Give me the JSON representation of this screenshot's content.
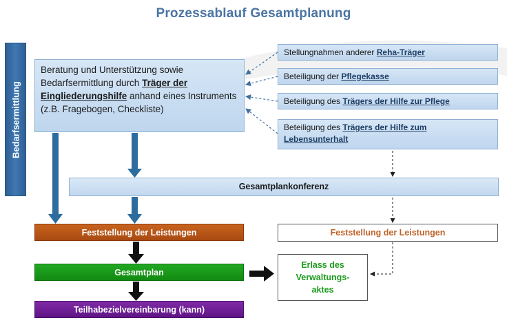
{
  "title": "Prozessablauf Gesamtplanung",
  "side_label": "Bedarfsermittlung",
  "main_box": {
    "text_before": "Beratung und Unterstützung sowie Bedarfsermittlung durch ",
    "bold": "Träger der Eingliederungshilfe",
    "text_after": " anhand eines Instruments (z.B. Fragebogen, Checkliste)"
  },
  "participants": [
    {
      "prefix": "Stellungnahmen anderer ",
      "bold": "Reha-Träger"
    },
    {
      "prefix": "Beteiligung der ",
      "bold": "Pflegekasse"
    },
    {
      "prefix": "Beteiligung des ",
      "bold": "Trägers der Hilfe zur Pflege"
    },
    {
      "prefix": "Beteiligung des ",
      "bold": "Trägers der Hilfe zum Lebensunterhalt"
    }
  ],
  "conference": "Gesamtplankonferenz",
  "steps": {
    "feststellung": "Feststellung der Leistungen",
    "gesamtplan": "Gesamtplan",
    "teilhabe": "Teilhabezielvereinbarung (kann)"
  },
  "right_feststellung": "Feststellung der Leistungen",
  "decree": {
    "line1": "Erlass des",
    "line2": "Verwaltungs-",
    "line3": "aktes"
  },
  "colors": {
    "title": "#4a74a4",
    "box_blue": "#c8dcf1",
    "orange": "#b8561a",
    "green": "#1a9a1a",
    "purple": "#6e1f96",
    "arrow_blue": "#2d6c9e"
  }
}
